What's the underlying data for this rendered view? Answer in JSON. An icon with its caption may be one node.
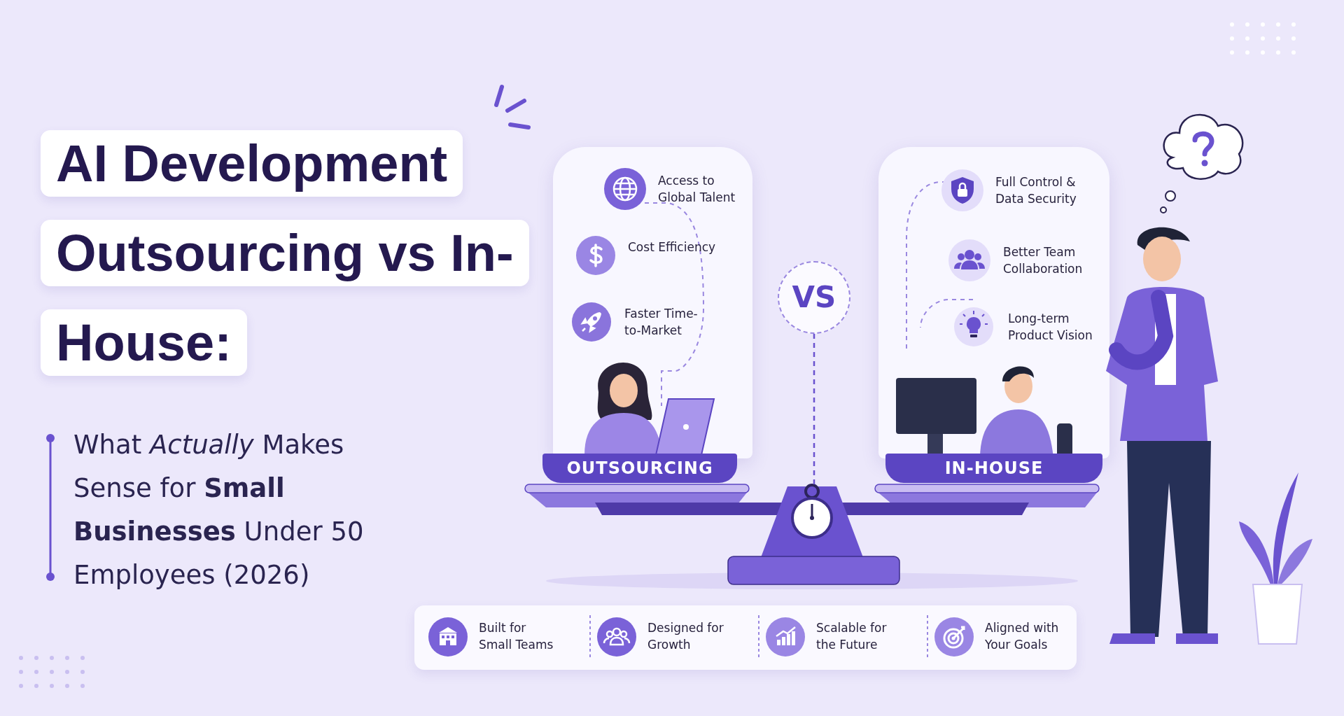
{
  "diagram": {
    "title": "AI Development Outsourcing vs In-House:",
    "nodes": [
      {
        "text": [
          "OUTSOURCING"
        ]
      },
      {
        "text": [
          "Access to Global Talent"
        ],
        "in": 0
      },
      {
        "text": [
          "Cost Efficiency"
        ],
        "in": 0
      },
      {
        "text": [
          "Faster Time-to-Market"
        ],
        "in": 0
      },
      {
        "text": [
          "IN-HOUSE"
        ]
      },
      {
        "text": [
          "Full Control & Data Security"
        ],
        "in": 4
      },
      {
        "text": [
          "Better Team Collaboration"
        ],
        "in": 4
      },
      {
        "text": [
          "Long-term Product Vision"
        ],
        "in": 4
      },
      {
        "text": [
          "VS"
        ]
      },
      {
        "text": [],
        "shape": "picture"
      },
      {
        "text": [],
        "shape": "box"
      },
      {
        "text": [
          "Built for Small Teams"
        ],
        "in": 10
      },
      {
        "text": [
          "Designed for Growth"
        ],
        "in": 10
      },
      {
        "text": [
          "Scalable for the Future"
        ],
        "in": 10
      },
      {
        "text": [
          "Aligned with Your Goals"
        ],
        "in": 10
      }
    ],
    "edges": [
      {
        "from": 8,
        "to": 9,
        "arrow": "none",
        "style": "dashed"
      }
    ],
    "labels": [
      "What *Actually* Makes Sense for **Small Businesses** Under 50 Employees (2026)"
    ]
  }
}
